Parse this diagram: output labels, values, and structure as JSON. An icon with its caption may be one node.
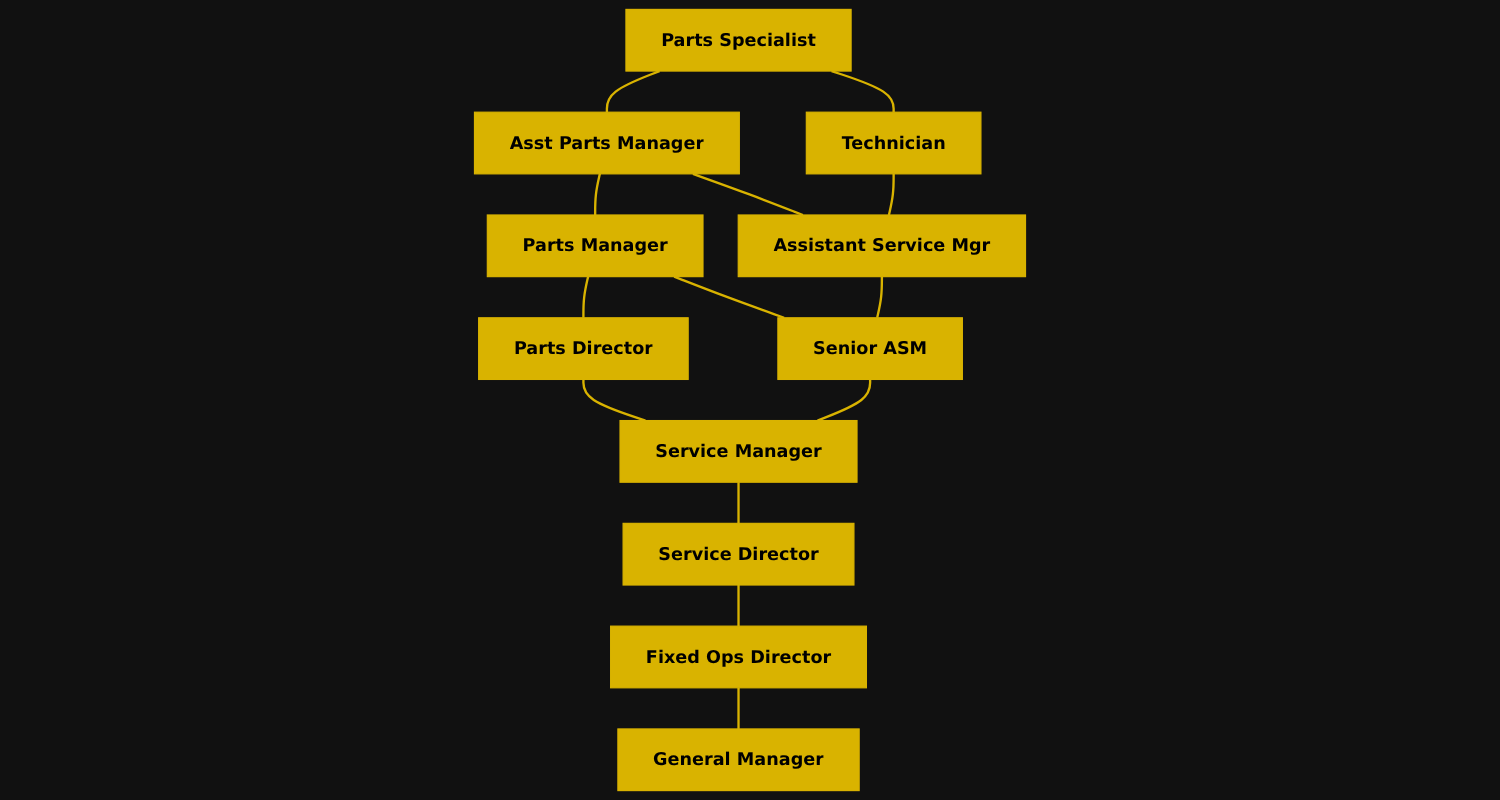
{
  "diagram": {
    "nodes": [
      {
        "text": [
          "Parts Specialist"
        ]
      },
      {
        "text": [
          "Asst Parts Manager"
        ]
      },
      {
        "text": [
          "Parts Manager"
        ]
      },
      {
        "text": [
          "Parts Director"
        ]
      },
      {
        "text": [
          "Technician"
        ]
      },
      {
        "text": [
          "Assistant Service Mgr"
        ]
      },
      {
        "text": [
          "Senior ASM"
        ]
      },
      {
        "text": [
          "Service Manager"
        ]
      },
      {
        "text": [
          "Service Director"
        ]
      },
      {
        "text": [
          "Fixed Ops Director"
        ]
      },
      {
        "text": [
          "General Manager"
        ]
      }
    ],
    "edges": [
      {
        "from": 0,
        "to": 1,
        "arrow": "none"
      },
      {
        "from": 1,
        "to": 2,
        "arrow": "none"
      },
      {
        "from": 2,
        "to": 3,
        "arrow": "none"
      },
      {
        "from": 0,
        "to": 4,
        "arrow": "none"
      },
      {
        "from": 1,
        "to": 5,
        "arrow": "none"
      },
      {
        "from": 2,
        "to": 6,
        "arrow": "none"
      },
      {
        "from": 3,
        "to": 7,
        "arrow": "none"
      },
      {
        "from": 4,
        "to": 5,
        "arrow": "none"
      },
      {
        "from": 5,
        "to": 6,
        "arrow": "none"
      },
      {
        "from": 6,
        "to": 7,
        "arrow": "none"
      },
      {
        "from": 7,
        "to": 8,
        "arrow": "none"
      },
      {
        "from": 8,
        "to": 9,
        "arrow": "none"
      },
      {
        "from": 9,
        "to": 10,
        "arrow": "none"
      }
    ]
  }
}
